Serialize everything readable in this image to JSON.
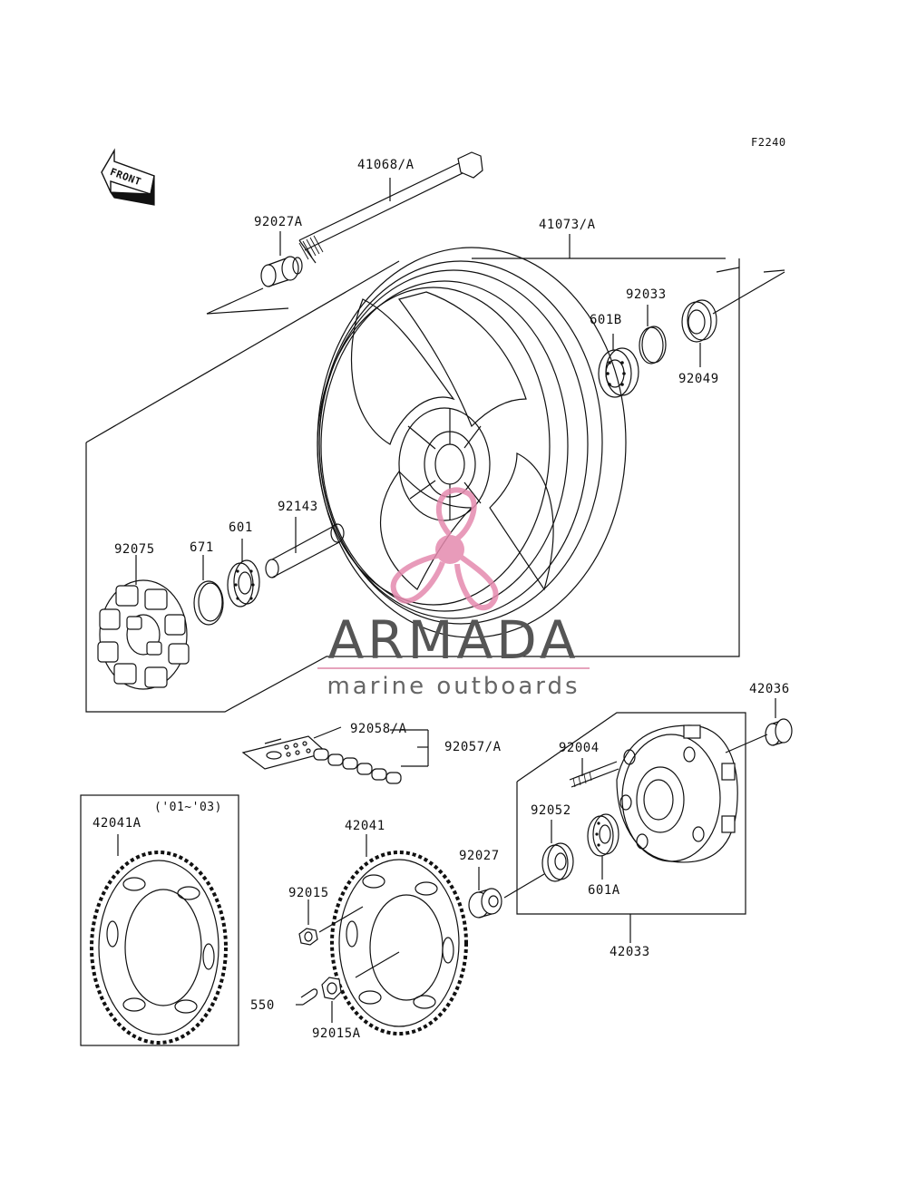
{
  "figure_code": "F2240",
  "front_arrow_label": "FRONT",
  "variant_note": "('01~'03)",
  "watermark": {
    "title": "ARMADA",
    "subtitle": "marine outboards",
    "accent_color": "#e58aae",
    "text_color": "#555555"
  },
  "part_labels": {
    "p41068A": "41068/A",
    "p92027A": "92027A",
    "p41073A": "41073/A",
    "p92033": "92033",
    "p601B": "601B",
    "p92049": "92049",
    "p92143": "92143",
    "p601": "601",
    "p671": "671",
    "p92075": "92075",
    "p42036": "42036",
    "p92058A": "92058/A",
    "p92057A": "92057/A",
    "p92004": "92004",
    "p92052": "92052",
    "p42041A": "42041A",
    "p42041": "42041",
    "p92027": "92027",
    "p601A": "601A",
    "p92015": "92015",
    "p42033": "42033",
    "p550": "550",
    "p92015A": "92015A"
  }
}
